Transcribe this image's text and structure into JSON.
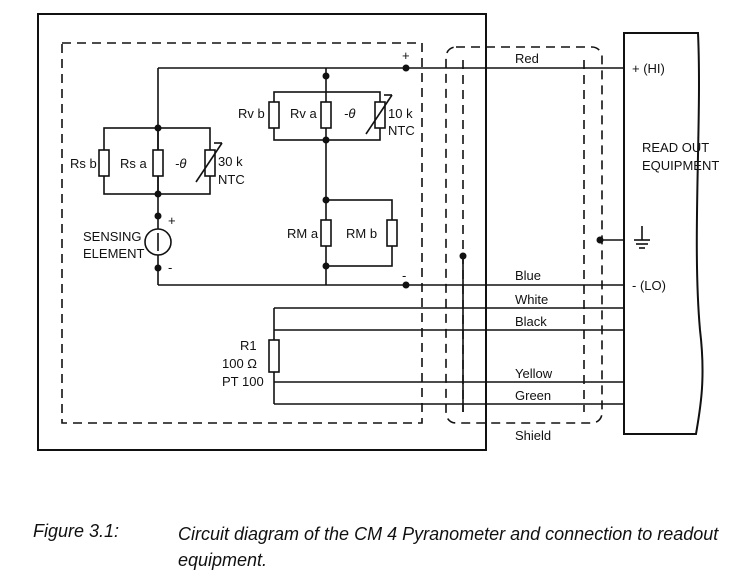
{
  "diagram": {
    "labels": {
      "rs_b": "Rs b",
      "rs_a": "Rs a",
      "ntc30_theta": "-θ",
      "ntc30_val": "30 k",
      "ntc30_ntc": "NTC",
      "sensing": "SENSING",
      "element": "ELEMENT",
      "plus_sens": "+",
      "minus_sens": "-",
      "rv_b": "Rv b",
      "rv_a": "Rv a",
      "ntc10_theta": "-θ",
      "ntc10_val": "10 k",
      "ntc10_ntc": "NTC",
      "rm_a": "RM a",
      "rm_b": "RM b",
      "plus_out": "+",
      "minus_out": "-",
      "r1": "R1",
      "r1_val": "100 Ω",
      "r1_type": "PT 100",
      "red": "Red",
      "blue": "Blue",
      "white": "White",
      "black": "Black",
      "yellow": "Yellow",
      "green": "Green",
      "shield": "Shield",
      "hi": "+ (HI)",
      "lo": "- (LO)",
      "readout_1": "READ OUT",
      "readout_2": "EQUIPMENT"
    }
  },
  "caption": {
    "number": "Figure 3.1:",
    "text": "Circuit diagram of the CM 4 Pyranometer and connection to readout equipment."
  }
}
